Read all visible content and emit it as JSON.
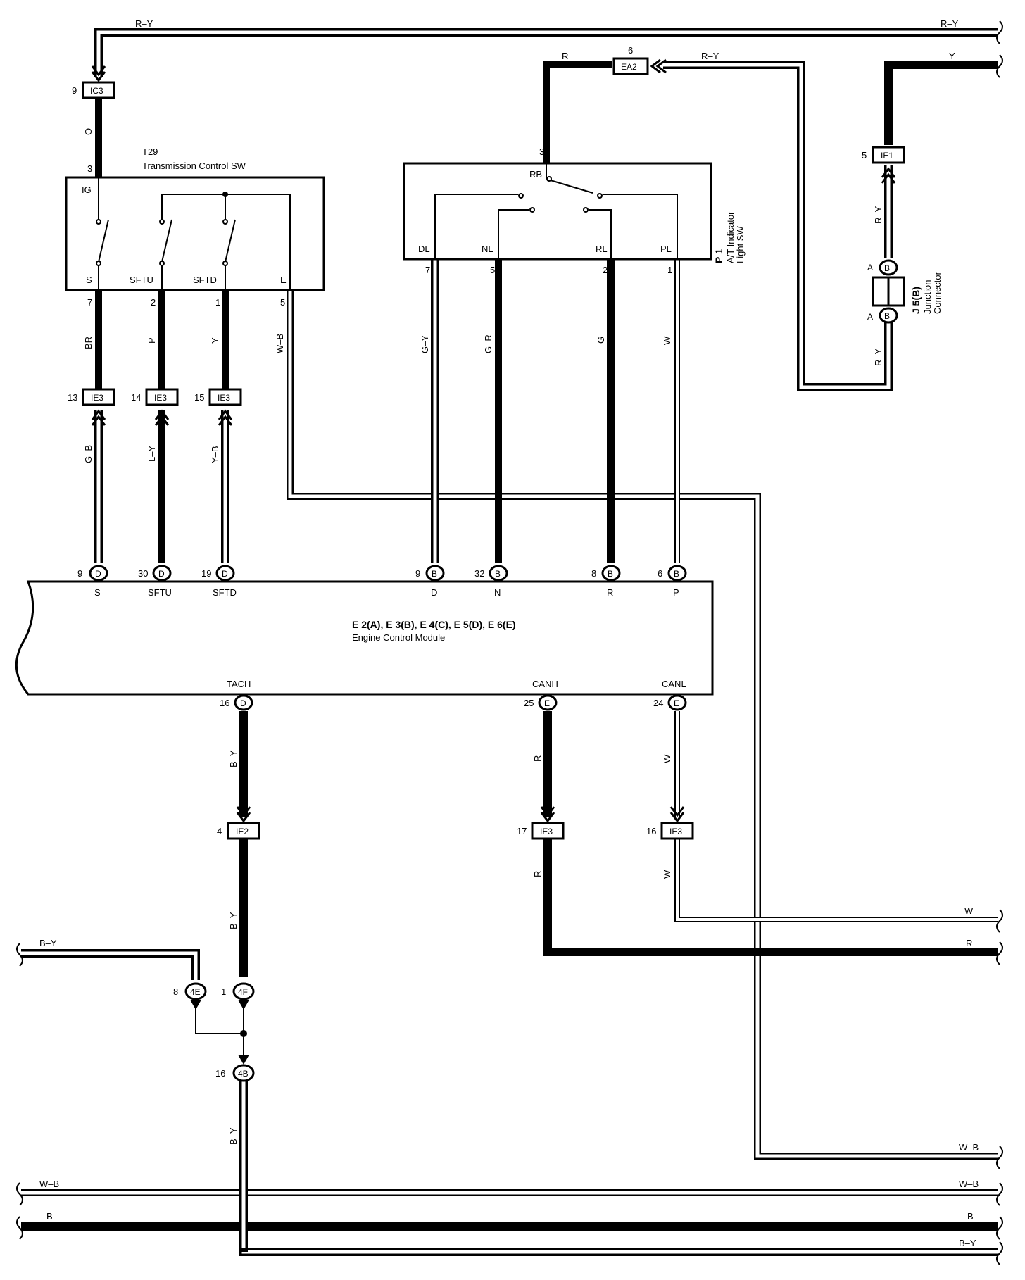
{
  "components": {
    "t29": {
      "id": "T29",
      "name": "Transmission Control SW",
      "pins": {
        "ig": "IG",
        "s": "S",
        "sftu": "SFTU",
        "sftd": "SFTD",
        "e": "E"
      },
      "pin_numbers": {
        "ig": "3",
        "s": "7",
        "sftu": "2",
        "sftd": "1",
        "e": "5"
      }
    },
    "p1": {
      "id": "P 1",
      "name_line1": "A/T Indicator",
      "name_line2": "Light SW",
      "pins": {
        "rb": "RB",
        "dl": "DL",
        "nl": "NL",
        "rl": "RL",
        "pl": "PL"
      },
      "pin_numbers": {
        "rb": "3",
        "dl": "7",
        "nl": "5",
        "rl": "2",
        "pl": "1"
      }
    },
    "ecm": {
      "id": "E 2(A), E 3(B), E 4(C), E 5(D), E 6(E)",
      "name": "Engine Control Module",
      "pins": {
        "s": "S",
        "sftu": "SFTU",
        "sftd": "SFTD",
        "d": "D",
        "n": "N",
        "r": "R",
        "p": "P",
        "tach": "TACH",
        "canh": "CANH",
        "canl": "CANL"
      },
      "pin_numbers": {
        "s": "9",
        "sftu": "30",
        "sftd": "19",
        "d": "9",
        "n": "32",
        "r": "8",
        "p": "6",
        "tach": "16",
        "canh": "25",
        "canl": "24"
      },
      "pin_connectors": {
        "s": "D",
        "sftu": "D",
        "sftd": "D",
        "d": "B",
        "n": "B",
        "r": "B",
        "p": "B",
        "tach": "D",
        "canh": "E",
        "canl": "E"
      }
    },
    "j5": {
      "id": "J 5(B)",
      "name_line1": "Junction",
      "name_line2": "Connector",
      "pin": "A",
      "connector": "B"
    }
  },
  "connectors": {
    "ic3": {
      "label": "IC3",
      "pin": "9"
    },
    "ea2": {
      "label": "EA2",
      "pin": "6"
    },
    "ie1": {
      "label": "IE1",
      "pin": "5"
    },
    "ie3_13": {
      "label": "IE3",
      "pin": "13"
    },
    "ie3_14": {
      "label": "IE3",
      "pin": "14"
    },
    "ie3_15": {
      "label": "IE3",
      "pin": "15"
    },
    "ie2": {
      "label": "IE2",
      "pin": "4"
    },
    "ie3_17": {
      "label": "IE3",
      "pin": "17"
    },
    "ie3_16": {
      "label": "IE3",
      "pin": "16"
    },
    "c4e": {
      "label": "4E",
      "pin": "8"
    },
    "c4f": {
      "label": "4F",
      "pin": "1"
    },
    "c4b": {
      "label": "4B",
      "pin": "16"
    }
  },
  "wires": {
    "top_ry_left": "R–Y",
    "top_ry_right": "R–Y",
    "o": "O",
    "ea2_r": "R",
    "ea2_ry": "R–Y",
    "top_y": "Y",
    "ie1_ry": "R–Y",
    "j5_ry": "R–Y",
    "br": "BR",
    "p": "P",
    "y": "Y",
    "wb_t29": "W–B",
    "gy": "G–Y",
    "gr": "G–R",
    "g": "G",
    "w_p1": "W",
    "gb": "G–B",
    "ly": "L–Y",
    "yb": "Y–B",
    "by_tach": "B–Y",
    "r_canh": "R",
    "w_canl": "W",
    "by_ie2": "B–Y",
    "r_ie3": "R",
    "w_ie3": "W",
    "w_right": "W",
    "r_right": "R",
    "by_left": "B–Y",
    "by_4b": "B–Y",
    "wb_right": "W–B",
    "wb_bus_left": "W–B",
    "wb_bus_right": "W–B",
    "b_left": "B",
    "b_right": "B",
    "by_bottom": "B–Y"
  }
}
